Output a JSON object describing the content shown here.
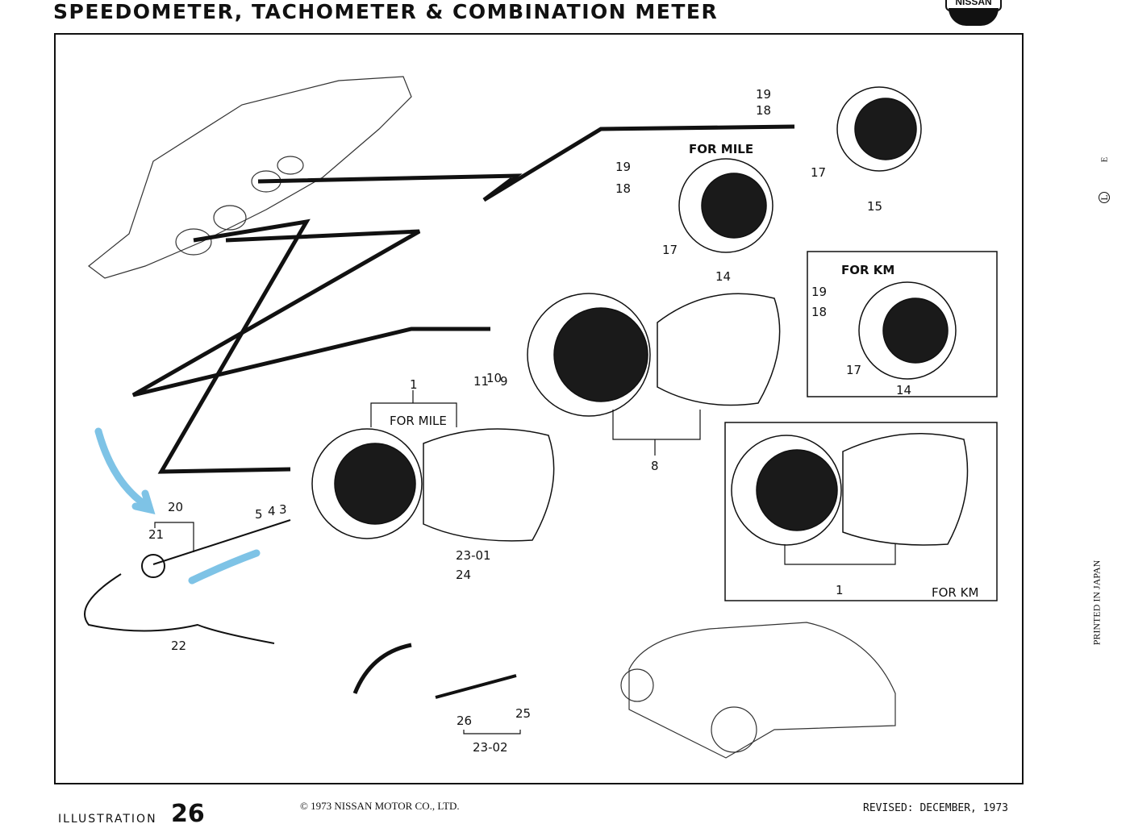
{
  "title": "SPEEDOMETER, TACHOMETER & COMBINATION METER",
  "logo": "NISSAN",
  "labels": {
    "p19a": "19",
    "p18a": "18",
    "p17a": "17",
    "p15": "15",
    "for_mile_a": "FOR MILE",
    "p19b": "19",
    "p18b": "18",
    "p17b": "17",
    "p14b": "14",
    "for_km_a": "FOR KM",
    "p19c": "19",
    "p18c": "18",
    "p17c": "17",
    "p14c": "14",
    "p11": "11",
    "p10": "10",
    "p9": "9",
    "p8": "8",
    "p1a": "1",
    "for_mile_b": "FOR MILE",
    "p5": "5",
    "p4": "4",
    "p3": "3",
    "p20": "20",
    "p21": "21",
    "p22": "22",
    "p23_01": "23-01",
    "p24": "24",
    "p1b": "1",
    "for_km_b": "FOR KM",
    "p26": "26",
    "p25": "25",
    "p23_02": "23-02"
  },
  "footer": {
    "illustration_label": "ILLUSTRATION",
    "illustration_number": "26",
    "copyright": "© 1973 NISSAN MOTOR CO., LTD.",
    "revised": "REVISED: DECEMBER, 1973"
  },
  "side": {
    "printed": "PRINTED IN JAPAN",
    "mark_e": "E",
    "mark_l": "L"
  },
  "annotation_color": "#7ec3e6"
}
